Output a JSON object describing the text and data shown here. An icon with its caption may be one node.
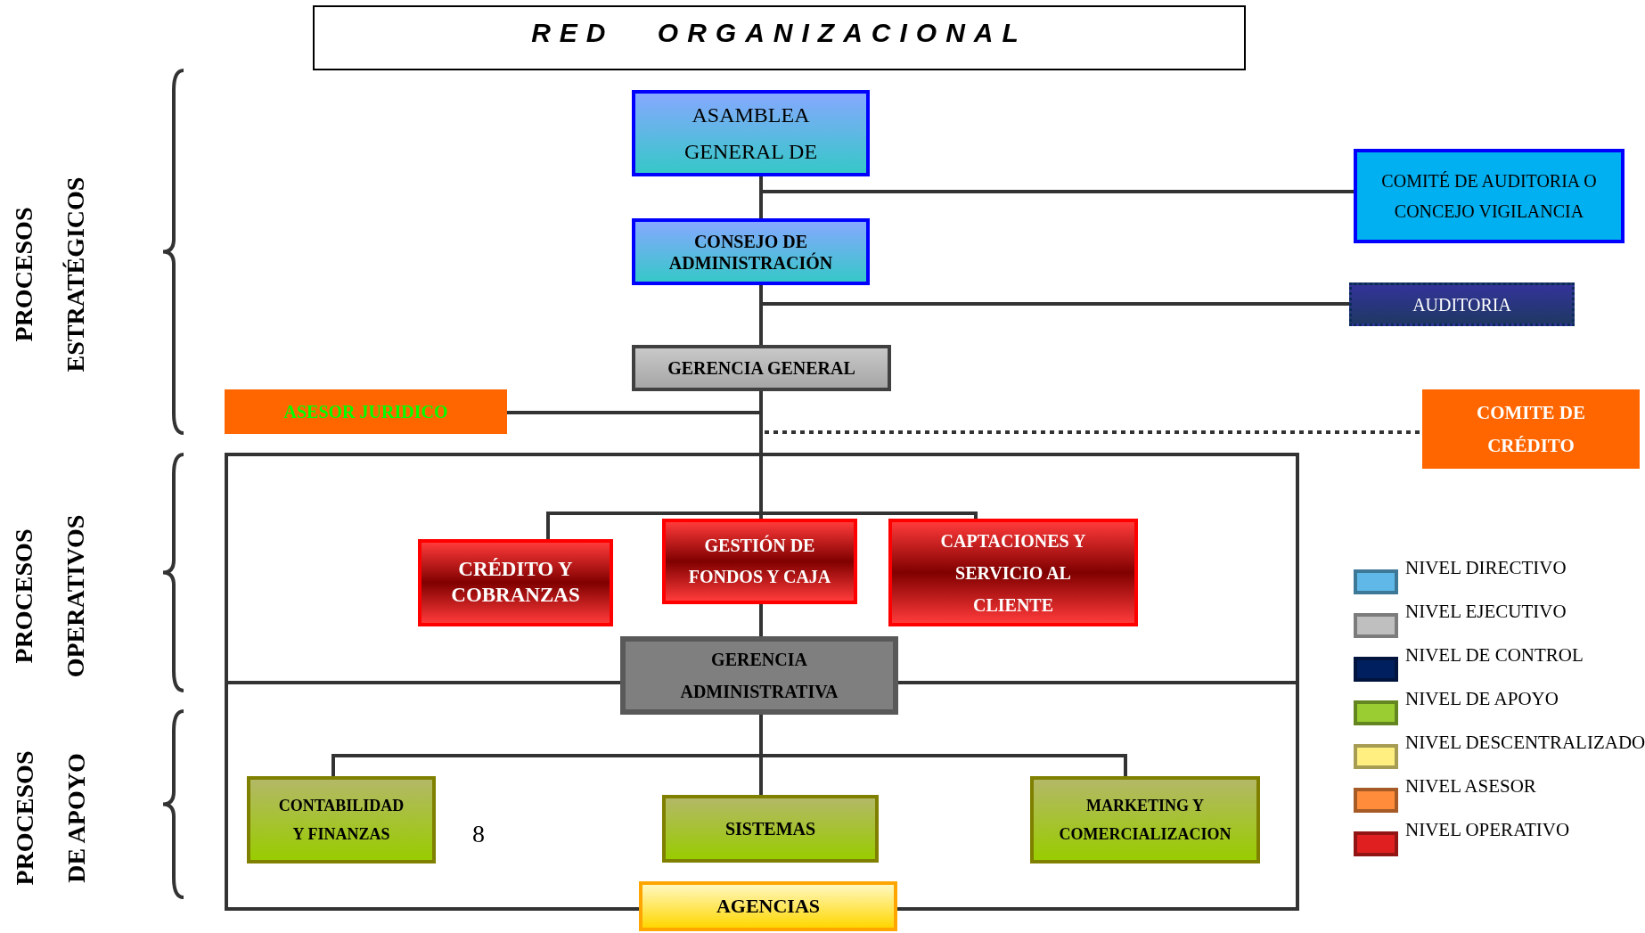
{
  "diagram": {
    "title": "RED ORGANIZACIONAL",
    "nodes": [
      {
        "text": [
          "ASAMBLEA GENERAL DE"
        ]
      },
      {
        "text": [
          "CONSEJO DE ADMINISTRACIÓN"
        ]
      },
      {
        "text": [
          "COMITÉ DE AUDITORIA O CONCEJO VIGILANCIA"
        ]
      },
      {
        "text": [
          "AUDITORIA"
        ]
      },
      {
        "text": [
          "GERENCIA GENERAL"
        ]
      },
      {
        "text": [
          "ASESOR JURIDICO"
        ]
      },
      {
        "text": [
          "COMITE DE CRÉDITO"
        ]
      },
      {
        "text": [
          "CRÉDITO Y COBRANZAS"
        ]
      },
      {
        "text": [
          "GESTIÓN DE FONDOS Y CAJA"
        ]
      },
      {
        "text": [
          "CAPTACIONES Y SERVICIO AL CLIENTE"
        ]
      },
      {
        "text": [
          "GERENCIA ADMINISTRATIVA"
        ]
      },
      {
        "text": [
          "CONTABILIDAD Y FINANZAS"
        ]
      },
      {
        "text": [
          "SISTEMAS"
        ]
      },
      {
        "text": [
          "MARKETING Y COMERCIALIZACION"
        ]
      },
      {
        "text": [
          "AGENCIAS"
        ]
      }
    ],
    "edges": [
      {
        "from": 0,
        "to": 1,
        "arrow": "none"
      },
      {
        "from": 0,
        "to": 2,
        "arrow": "none"
      },
      {
        "from": 1,
        "to": 3,
        "arrow": "none"
      },
      {
        "from": 1,
        "to": 4,
        "arrow": "none"
      },
      {
        "from": 4,
        "to": 5,
        "arrow": "none"
      },
      {
        "from": 4,
        "to": 6,
        "arrow": "none",
        "style": "dashed"
      },
      {
        "from": 4,
        "to": 7,
        "arrow": "none"
      },
      {
        "from": 4,
        "to": 8,
        "arrow": "none"
      },
      {
        "from": 4,
        "to": 9,
        "arrow": "none"
      },
      {
        "from": 8,
        "to": 10,
        "arrow": "none"
      },
      {
        "from": 10,
        "to": 11,
        "arrow": "none"
      },
      {
        "from": 10,
        "to": 12,
        "arrow": "none"
      },
      {
        "from": 10,
        "to": 13,
        "arrow": "none"
      }
    ],
    "labels": [
      "PROCESOS ESTRATÉGICOS",
      "PROCESOS OPERATIVOS",
      "PROCESOS DE APOYO",
      "8"
    ],
    "legend": [
      {
        "text": "NIVEL DIRECTIVO",
        "color": "#5fb8e8"
      },
      {
        "text": "NIVEL EJECUTIVO",
        "color": "#bfbfbf"
      },
      {
        "text": "NIVEL DE CONTROL",
        "color": "#001f5f"
      },
      {
        "text": "NIVEL DE APOYO",
        "color": "#9acd32"
      },
      {
        "text": "NIVEL DESCENTRALIZADO",
        "color": "#ffef80"
      },
      {
        "text": "NIVEL ASESOR",
        "color": "#ff8c3a"
      },
      {
        "text": "NIVEL OPERATIVO",
        "color": "#e02020"
      }
    ]
  }
}
